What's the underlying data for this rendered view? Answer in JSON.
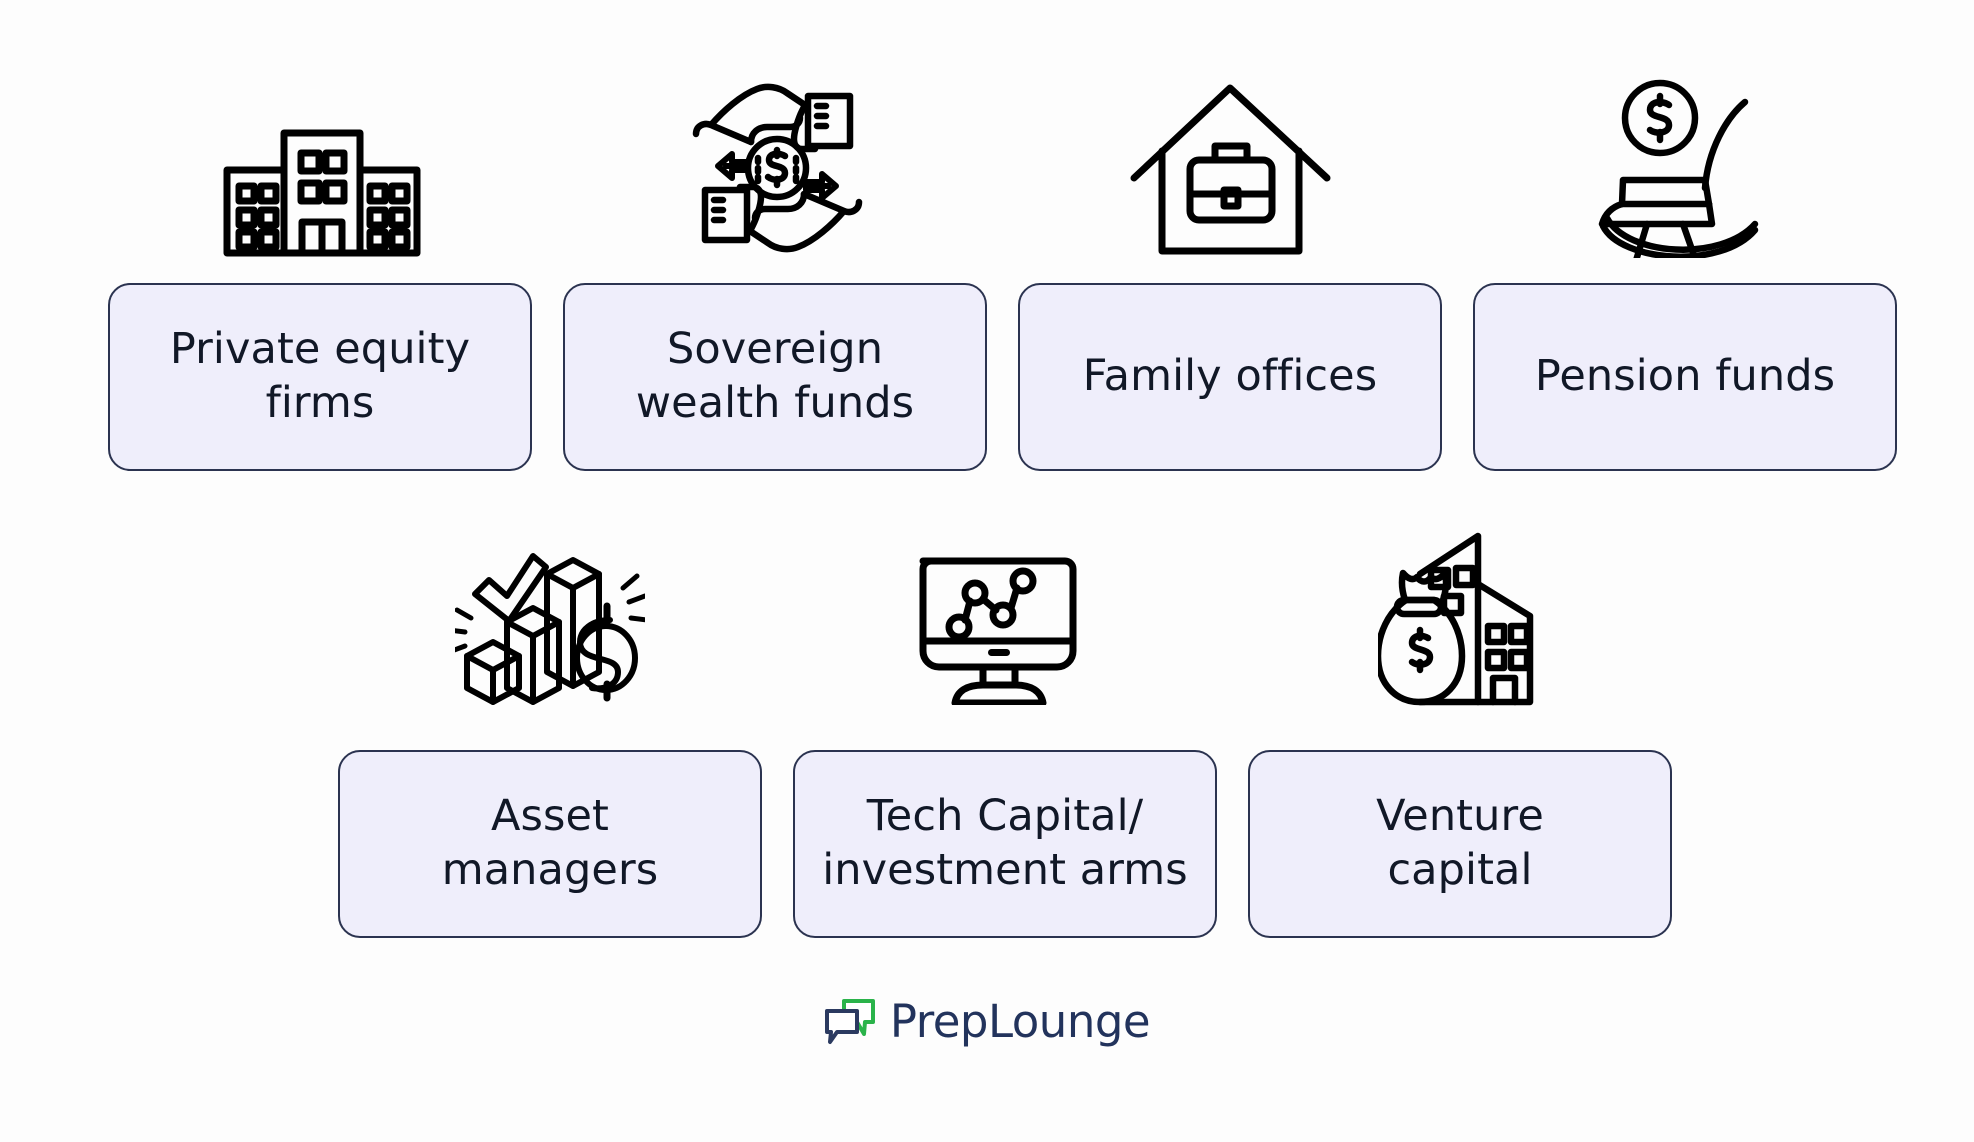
{
  "page": {
    "background_color": "#fdfdfd",
    "card_fill_color": "#efeefb",
    "card_border_color": "#2b3350",
    "text_color": "#111827"
  },
  "rows": [
    {
      "name": "top-row",
      "items": [
        {
          "label": "Private equity\nfirms",
          "icon": "office-building-icon"
        },
        {
          "label": "Sovereign\nwealth funds",
          "icon": "hands-exchanging-money-icon"
        },
        {
          "label": "Family offices",
          "icon": "house-with-briefcase-icon"
        },
        {
          "label": "Pension funds",
          "icon": "rocking-chair-coin-icon"
        }
      ]
    },
    {
      "name": "bottom-row",
      "items": [
        {
          "label": "Asset\nmanagers",
          "icon": "bar-chart-dollar-checkmark-icon"
        },
        {
          "label": "Tech Capital/\ninvestment arms",
          "icon": "monitor-line-chart-icon"
        },
        {
          "label": "Venture\ncapital",
          "icon": "money-bag-buildings-icon"
        }
      ]
    }
  ],
  "footer": {
    "brand": "PrepLounge",
    "logo_green": "#2ab34a",
    "logo_navy": "#2b3a60"
  }
}
